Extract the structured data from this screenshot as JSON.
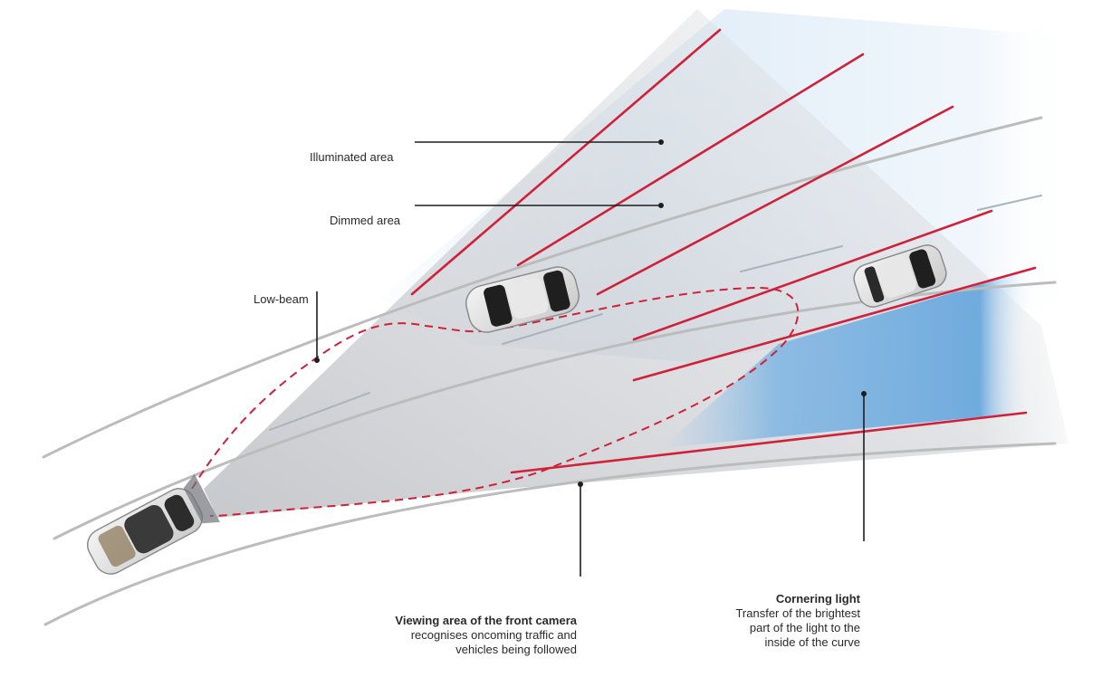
{
  "labels": {
    "illuminated_area": "Illuminated area",
    "dimmed_area": "Dimmed area",
    "low_beam": "Low-beam"
  },
  "front_camera": {
    "title": "Viewing area of the front camera",
    "line1": "recognises oncoming traffic and",
    "line2": "vehicles being followed"
  },
  "cornering_light": {
    "title": "Cornering light",
    "line1": "Transfer of the brightest",
    "line2": "part of the light to the",
    "line3": "inside of the curve"
  },
  "colors": {
    "beam_red": "#d0213a",
    "low_beam_dash": "#d0213a",
    "road_edge": "#bdbdbd",
    "camera_cone": "#cfd2d6",
    "illuminated_blue": "#cfe3f3",
    "cornering_blue": "#6aa9dd",
    "leader_line": "#1e1e1e"
  }
}
